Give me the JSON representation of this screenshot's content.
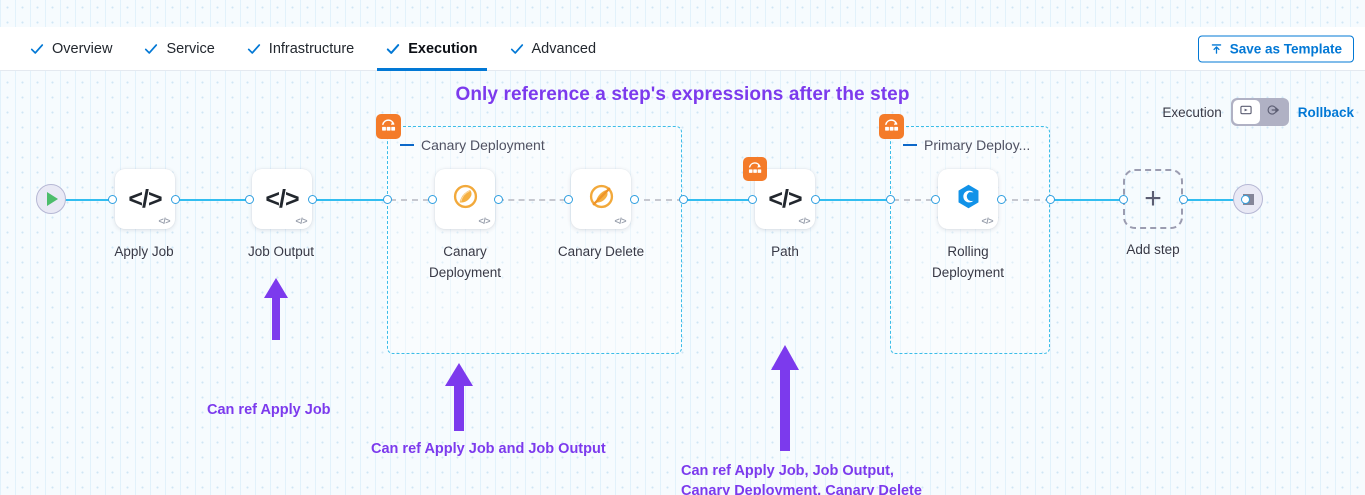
{
  "tabs": [
    {
      "label": "Overview",
      "checked": true,
      "active": false
    },
    {
      "label": "Service",
      "checked": true,
      "active": false
    },
    {
      "label": "Infrastructure",
      "checked": true,
      "active": false
    },
    {
      "label": "Execution",
      "checked": true,
      "active": true
    },
    {
      "label": "Advanced",
      "checked": true,
      "active": false
    }
  ],
  "toolbar": {
    "save_label": "Save as Template",
    "save_icon": "upload-icon"
  },
  "headline": "Only reference a step's expressions after the step",
  "execution_toggle": {
    "left_label": "Execution",
    "right_label": "Rollback",
    "execution_icon": "execution-icon",
    "rollback_icon": "rollback-icon",
    "selected": "Execution"
  },
  "pipeline": {
    "start_node": {
      "name": "start-node",
      "icon": "play-icon"
    },
    "end_node": {
      "name": "end-node",
      "icon": "stop-icon"
    },
    "nodes": [
      {
        "id": "apply-job",
        "label": "Apply Job",
        "icon": "code-icon",
        "badge": "</>"
      },
      {
        "id": "job-output",
        "label": "Job Output",
        "icon": "code-icon",
        "badge": "</>"
      },
      {
        "id": "canary-deployment",
        "label": "Canary\nDeployment",
        "icon": "canary-icon",
        "badge": "</>"
      },
      {
        "id": "canary-delete",
        "label": "Canary Delete",
        "icon": "canary-delete-icon",
        "badge": "</>"
      },
      {
        "id": "path",
        "label": "Path",
        "icon": "code-icon",
        "badge": "</>"
      },
      {
        "id": "rolling-deployment",
        "label": "Rolling\nDeployment",
        "icon": "rolling-icon",
        "badge": "</>"
      }
    ],
    "groups": [
      {
        "id": "canary-deployment-group",
        "title": "Canary Deployment",
        "icon": "step-group-icon"
      },
      {
        "id": "primary-deployment-group",
        "title": "Primary Deploy...",
        "icon": "step-group-icon"
      }
    ],
    "add_step": {
      "label": "Add step",
      "icon": "plus-icon"
    }
  },
  "annotations": [
    {
      "id": "ann-apply-job",
      "text": "Can ref Apply Job"
    },
    {
      "id": "ann-canary",
      "text": "Can ref Apply Job and Job Output"
    },
    {
      "id": "ann-path-line1",
      "text": "Can ref Apply Job, Job Output,"
    },
    {
      "id": "ann-path-line2",
      "text": "Canary Deployment, Canary Delete"
    }
  ],
  "colors": {
    "accent_blue": "#0278d5",
    "connector": "#32bdf0",
    "group_border": "#3cbde8",
    "annotation_purple": "#7c3aed",
    "group_badge_orange": "#f47b29"
  }
}
